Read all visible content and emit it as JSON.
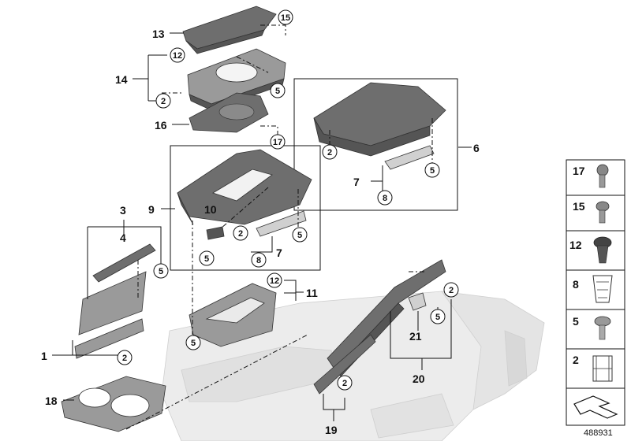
{
  "diagram": {
    "drawing_number": "488931",
    "callouts": {
      "c1": "1",
      "c3": "3",
      "c4": "4",
      "c6": "6",
      "c7a": "7",
      "c7b": "7",
      "c9": "9",
      "c10": "10",
      "c11": "11",
      "c13": "13",
      "c14": "14",
      "c16": "16",
      "c18": "18",
      "c19": "19",
      "c20": "20",
      "c21": "21"
    },
    "circled": {
      "k15a": "15",
      "k12a": "12",
      "k2a": "2",
      "k5a": "5",
      "k17a": "17",
      "k2b": "2",
      "k5b": "5",
      "k8a": "8",
      "k2c": "2",
      "k5c": "5",
      "k5d": "5",
      "k8b": "8",
      "k5e": "5",
      "k2d": "2",
      "k12b": "12",
      "k5f": "5",
      "k2e": "2",
      "k5g": "5",
      "k2f": "2"
    },
    "legend": [
      {
        "number": "17",
        "icon": "torx-screw-icon"
      },
      {
        "number": "15",
        "icon": "oval-head-screw-icon"
      },
      {
        "number": "12",
        "icon": "expanding-rivet-icon"
      },
      {
        "number": "8",
        "icon": "spring-nut-clip-icon"
      },
      {
        "number": "5",
        "icon": "flange-screw-icon"
      },
      {
        "number": "2",
        "icon": "clip-nut-icon"
      }
    ]
  }
}
